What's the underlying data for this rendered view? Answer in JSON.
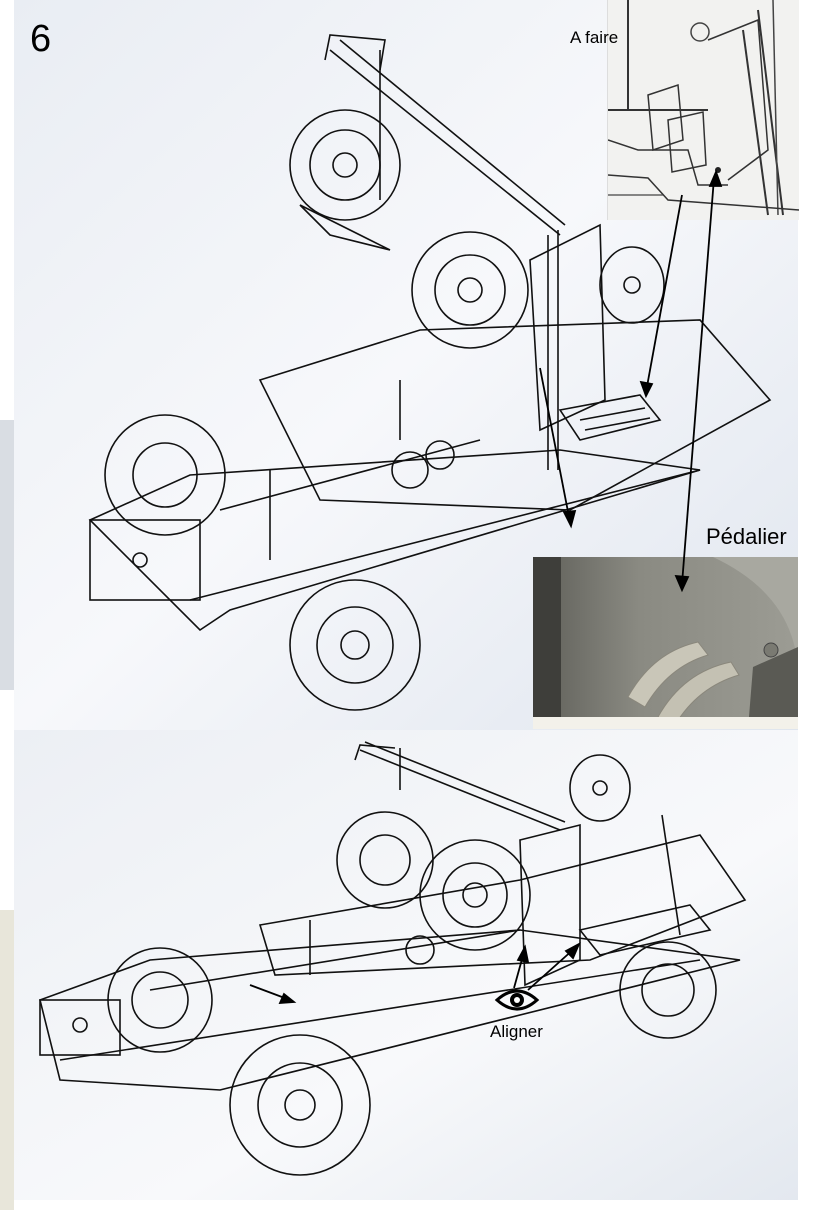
{
  "step": {
    "number": "6"
  },
  "labels": {
    "a_faire": "A faire",
    "pedalier": "Pédalier",
    "aligner": "Aligner"
  },
  "icons": {
    "eye": "eye-icon"
  },
  "colors": {
    "line": "#111111",
    "render_bg_light": "#f4f6fa",
    "render_bg_blue": "#dde4ee",
    "photo_dark": "#6f6f68"
  }
}
